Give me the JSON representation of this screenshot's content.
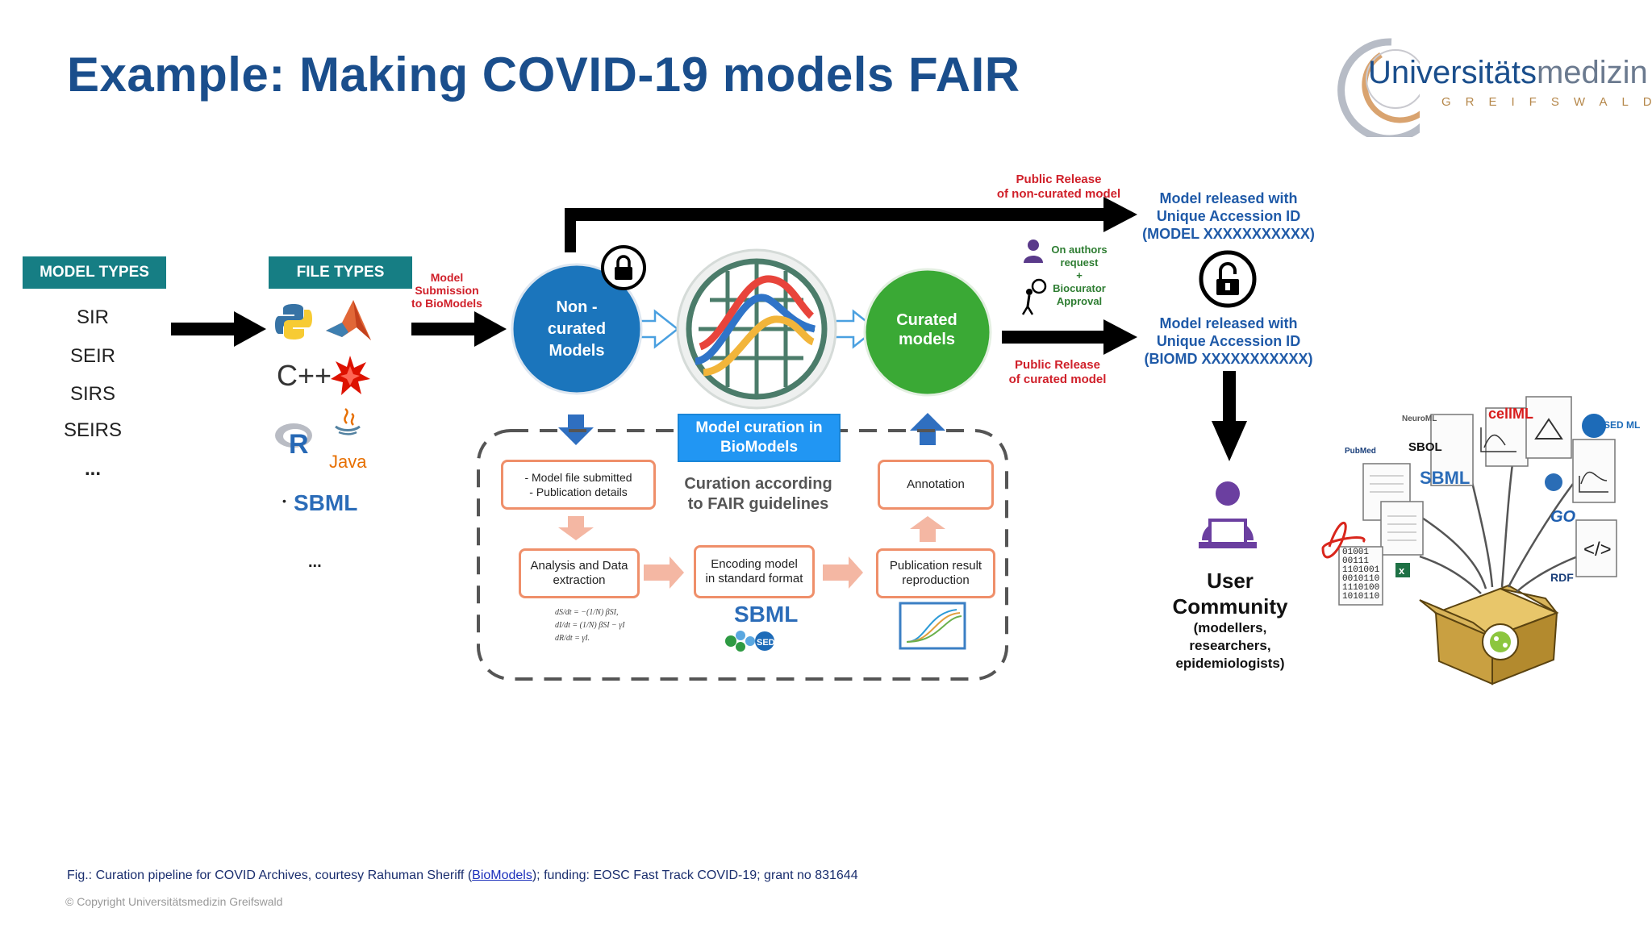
{
  "title": "Example: Making COVID-19 models FAIR",
  "logo": {
    "word_bold": "Universitäts",
    "word_light": "medizin",
    "city": "GREIFSWALD"
  },
  "model_types": {
    "header": "MODEL TYPES",
    "items": [
      "SIR",
      "SEIR",
      "SIRS",
      "SEIRS",
      "..."
    ]
  },
  "file_types": {
    "header": "FILE TYPES",
    "icons": [
      "python-icon",
      "matlab-icon",
      "cpp-icon",
      "mathematica-icon",
      "r-icon",
      "java-icon",
      "sbml-icon"
    ],
    "java_label": "Java",
    "cpp_label": "C++",
    "r_label": "R",
    "sbml_label": "SBML",
    "bullet": "•",
    "ellipsis": "..."
  },
  "submission_label": [
    "Model",
    "Submission",
    "to BioModels"
  ],
  "non_curated": [
    "Non -",
    "curated",
    "Models"
  ],
  "curated": [
    "Curated",
    "models"
  ],
  "public_release_noncurated": [
    "Public Release",
    "of non-curated model"
  ],
  "public_release_curated": [
    "Public Release",
    "of curated model"
  ],
  "release_top": [
    "Model released with",
    "Unique Accession ID",
    "(MODEL XXXXXXXXXXX)"
  ],
  "release_bottom": [
    "Model released with",
    "Unique Accession ID",
    "(BIOMD XXXXXXXXXXX)"
  ],
  "approval": [
    "On authors",
    "request",
    "+",
    "Biocurator",
    "Approval"
  ],
  "curation_header": [
    "Model curation in",
    "BioModels"
  ],
  "curation_center": [
    "Curation according",
    "to FAIR guidelines"
  ],
  "steps": {
    "submitted": [
      "- Model file submitted",
      "- Publication details"
    ],
    "analysis": [
      "Analysis and Data",
      "extraction"
    ],
    "encoding": [
      "Encoding model",
      "in standard format"
    ],
    "publication": [
      "Publication result",
      "reproduction"
    ],
    "annotation": "Annotation"
  },
  "equations": [
    "dS/dt = −(1/N) βSI,",
    "dI/dt = (1/N) βSI − γI",
    "dR/dt = γI."
  ],
  "encoding_logos": {
    "sbml": "SBML",
    "sedml": "SED ML"
  },
  "user_community": {
    "title": [
      "User",
      "Community"
    ],
    "sub": [
      "(modellers,",
      "researchers,",
      "epidemiologists)"
    ]
  },
  "archive_labels": {
    "neuroml": "NeuroML",
    "cellml": "cellML",
    "sbol": "SBOL",
    "sedml": "SED ML",
    "pubmed": "PubMed",
    "sbml": "SBML",
    "go": "GO",
    "rdf": "RDF",
    "binary": [
      "01001",
      "00111",
      "1101001",
      "0010110",
      "1110100",
      "1010110"
    ],
    "code": "</>"
  },
  "caption": {
    "pre": "Fig.: Curation pipeline for COVID Archives, courtesy Rahuman Sheriff (",
    "link": "BioModels",
    "post": "); funding: EOSC Fast Track COVID-19; grant no 831644"
  },
  "copyright": "© Copyright Universitätsmedizin Greifswald",
  "colors": {
    "title": "#1a4e8c",
    "teal": "#167e84",
    "blue_circle": "#1b75bc",
    "green_circle": "#3aa935",
    "red": "#d0202a",
    "release_blue": "#1f5aa8",
    "curation_blue": "#2196f3",
    "step_border": "#ef8f6a"
  }
}
